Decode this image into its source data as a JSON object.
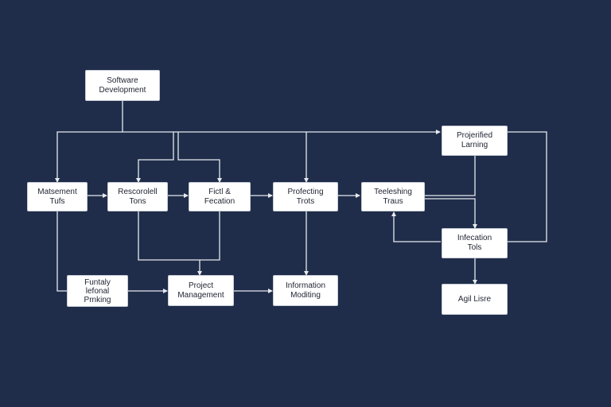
{
  "diagram": {
    "background": "#1f2d4a",
    "edge_color": "#e6e9ef",
    "node_fill": "#ffffff",
    "nodes": {
      "software_development": "Software\nDevelopment",
      "management_tools": "Matsement\nTufs",
      "resource_tools": "Rescorolell\nTons",
      "field_evaluation": "Fictl &\nFecation",
      "projecting_tools": "Profecting\nTrots",
      "projected_learning": "Projerified\nLarning",
      "testing_tools": "Teeleshing\nTraus",
      "integration_tools": "Infecation\nTols",
      "functional_planning": "Funtaly\nlefonal\nPrnking",
      "project_management": "Project\nManagement",
      "information_modeling": "Information\nModiting",
      "agile_tools": "Agil Lisre"
    }
  }
}
